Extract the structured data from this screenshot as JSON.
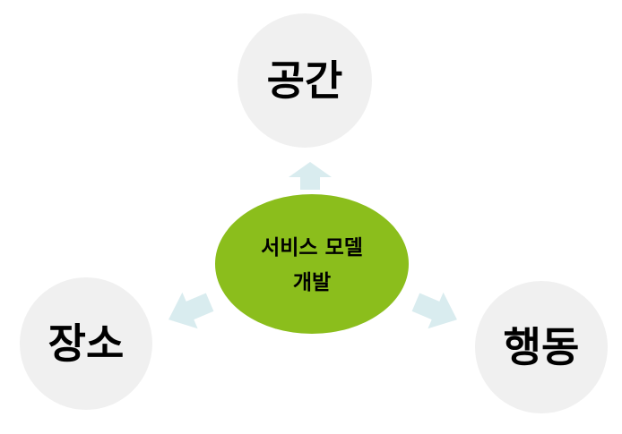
{
  "center": {
    "line1": "서비스 모델",
    "line2": "개발"
  },
  "nodes": {
    "top": "공간",
    "left": "장소",
    "right": "행동"
  },
  "colors": {
    "center_fill": "#8bbe1c",
    "node_fill": "#f0f0f0",
    "arrow_fill": "#d9ecef",
    "text": "#000000"
  }
}
